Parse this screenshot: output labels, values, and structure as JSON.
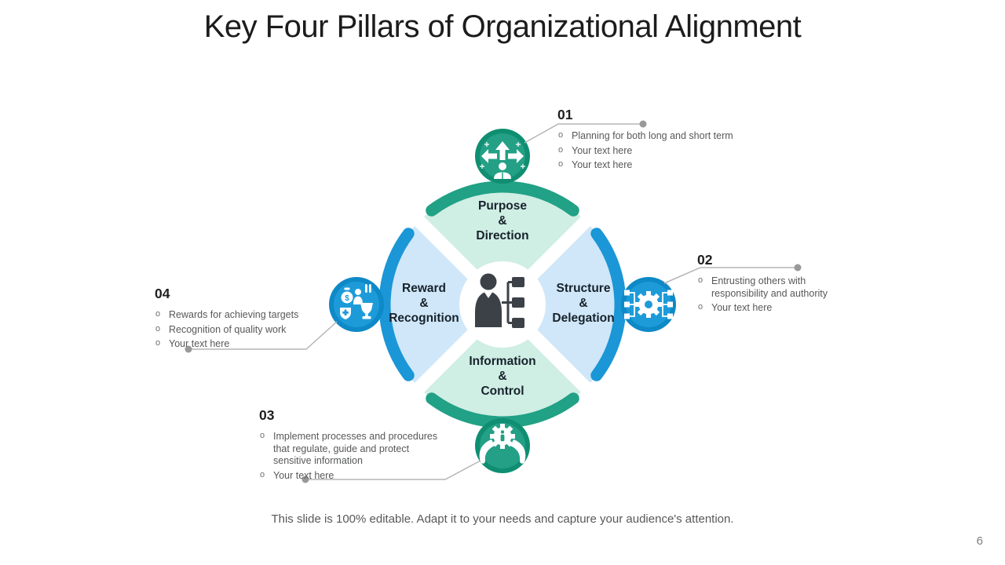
{
  "slide": {
    "title": "Key Four Pillars of Organizational Alignment",
    "footer": "This slide is 100% editable. Adapt it to your needs and capture your audience's attention.",
    "page_number": "6"
  },
  "palette": {
    "mint": "#cfeee4",
    "light_blue": "#cfe7f8",
    "green_arc": "#21a185",
    "blue_arc": "#1b96d6",
    "green_badge_outer": "#0f8e72",
    "green_badge_inner": "#23a085",
    "blue_badge_outer": "#0e89c7",
    "blue_badge_inner": "#1d9bd9",
    "center_icon": "#3b4147",
    "connector_line": "#b5b5b5",
    "connector_dot": "#999999",
    "white": "#ffffff"
  },
  "diagram": {
    "center_icon": "person-org-chart",
    "quadrants": [
      {
        "id": "top",
        "lines": [
          "Purpose",
          "&",
          "Direction"
        ],
        "icon": "direction-arrows-person"
      },
      {
        "id": "right",
        "lines": [
          "Structure",
          "&",
          "Delegation"
        ],
        "icon": "gear-network"
      },
      {
        "id": "bottom",
        "lines": [
          "Information",
          "&",
          "Control"
        ],
        "icon": "hands-holding-info-gear"
      },
      {
        "id": "left",
        "lines": [
          "Reward",
          "&",
          "Recognition"
        ],
        "icon": "rewards-cluster"
      }
    ]
  },
  "callouts": [
    {
      "number": "01",
      "items": [
        "Planning for both long and short term",
        "Your text here",
        "Your text here"
      ]
    },
    {
      "number": "02",
      "items": [
        "Entrusting others with responsibility and authority",
        "Your text here"
      ]
    },
    {
      "number": "03",
      "items": [
        "Implement processes and procedures that regulate, guide and protect sensitive information",
        "Your text here"
      ]
    },
    {
      "number": "04",
      "items": [
        "Rewards for achieving targets",
        "Recognition of quality work",
        "Your text here"
      ]
    }
  ]
}
